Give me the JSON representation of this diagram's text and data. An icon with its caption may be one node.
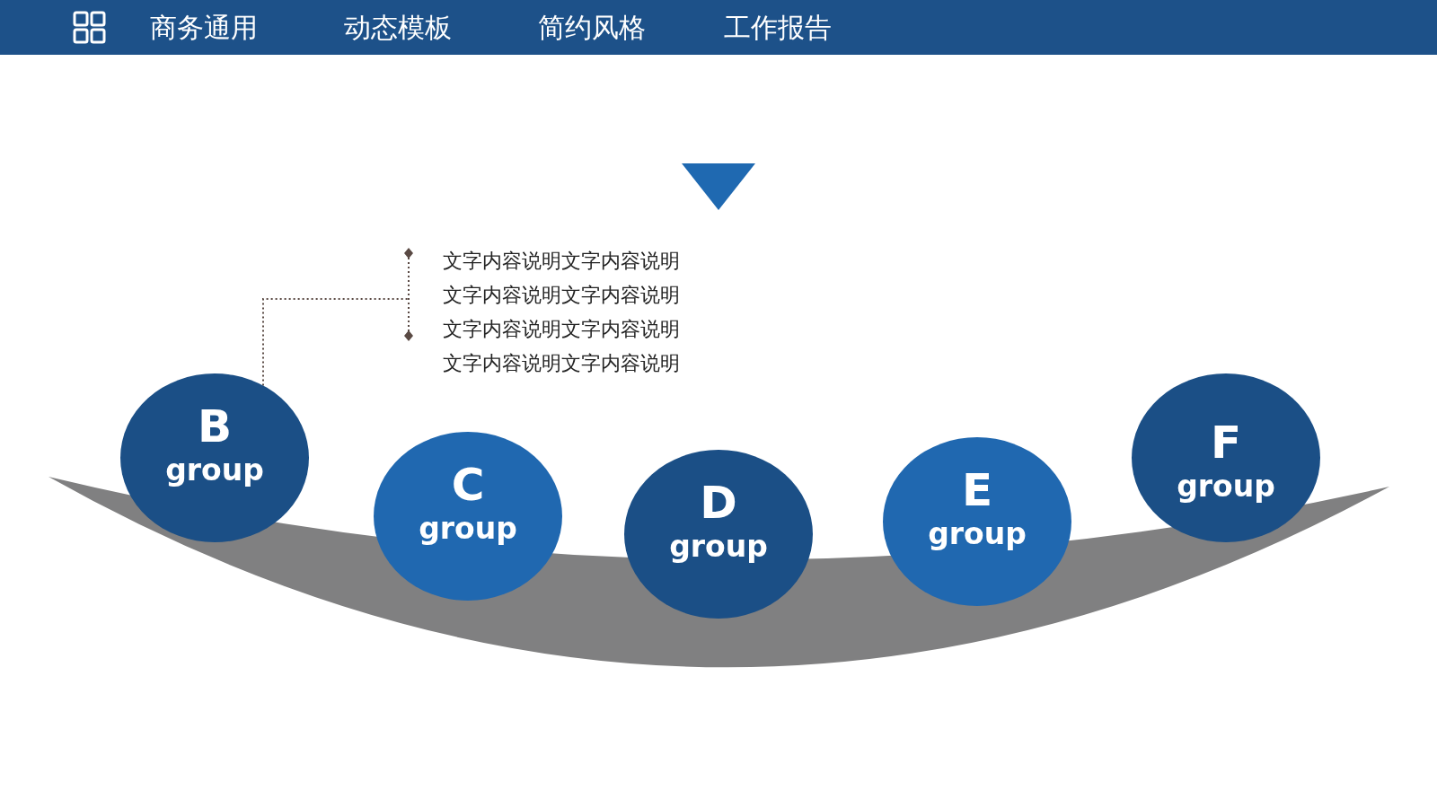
{
  "diagram": {
    "nodes": [
      {
        "text": [
          "文字内容说明文字内容说明文字内容说明文字内容说明文字内容说明文字内容说明文字内容说明文字内容说明"
        ]
      },
      {
        "text": [
          "B",
          "group"
        ]
      },
      {
        "text": [
          "C",
          "group"
        ]
      },
      {
        "text": [
          "D",
          "group"
        ]
      },
      {
        "text": [
          "E",
          "group"
        ]
      },
      {
        "text": [
          "F",
          "group"
        ]
      }
    ],
    "edges": [
      {
        "from": 1,
        "to": 0,
        "arrow": "none",
        "style": "dashed"
      }
    ],
    "labels": [
      "商务通用",
      "动态模板",
      "简约风格",
      "工作报告"
    ]
  }
}
